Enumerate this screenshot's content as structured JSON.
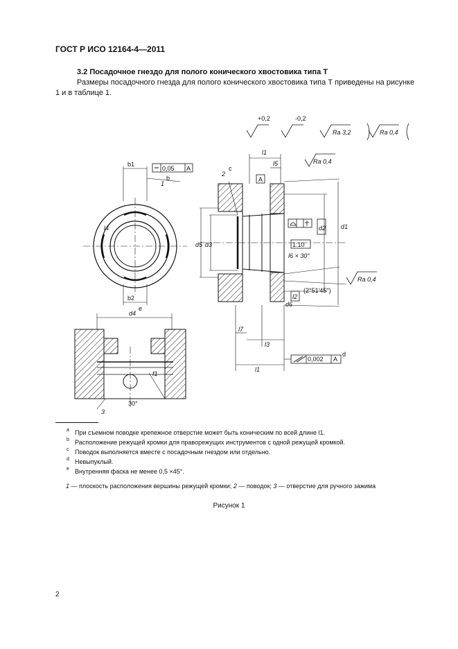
{
  "header": {
    "doc_code": "ГОСТ Р ИСО 12164-4—2011"
  },
  "section": {
    "heading": "3.2 Посадочное гнездо для полого конического хвостовика типа Т",
    "intro": "Размеры посадочного гнезда для полого конического хвостовика типа Т приведены на рисунке 1 и в таблице 1."
  },
  "figure": {
    "tol_plus": "+0,2",
    "tol_minus": "-0,2",
    "ra_32": "Ra 3,2",
    "ra_04": "Ra 0,4",
    "flat_tol": "0,05",
    "datum_a": "A",
    "taper": "1:10",
    "chamfer": "l6 × 30°",
    "angle": "(2°51′45″)",
    "runout": "0,002",
    "angle_30": "30°",
    "dims": {
      "b1": "b1",
      "b2": "b2",
      "d3": "d3",
      "d5": "d5",
      "d1": "d1",
      "d2": "d2",
      "d4": "d4",
      "d6": "d6",
      "l1": "l1",
      "l2": "l2",
      "l3": "l3",
      "l4": "l4",
      "l5": "l5",
      "l7": "l7",
      "f1": "f1"
    },
    "callouts": {
      "c1": "1",
      "c2": "2",
      "c3": "3"
    },
    "sup": {
      "b": "b",
      "c": "c",
      "d": "d",
      "e": "e"
    }
  },
  "footnotes": [
    {
      "mark": "a",
      "text": "При съемном поводке крепежное отверстие может быть коническим по всей длине l1."
    },
    {
      "mark": "b",
      "text": "Расположение режущей кромки для праворежущих инструментов с одной режущей кромкой."
    },
    {
      "mark": "c",
      "text": "Поводок выполняется вместе с посадочным гнездом или отдельно."
    },
    {
      "mark": "d",
      "text": "Невыпуклый."
    },
    {
      "mark": "e",
      "text": "Внутренняя фаска не менее 0,5 ×45°."
    }
  ],
  "legend": {
    "n1": "1",
    "t1": " — плоскость расположения вершины режущей кромки; ",
    "n2": "2",
    "t2": " — поводок; ",
    "n3": "3",
    "t3": " — отверстие для ручного зажима"
  },
  "caption": "Рисунок 1",
  "page_number": "2"
}
